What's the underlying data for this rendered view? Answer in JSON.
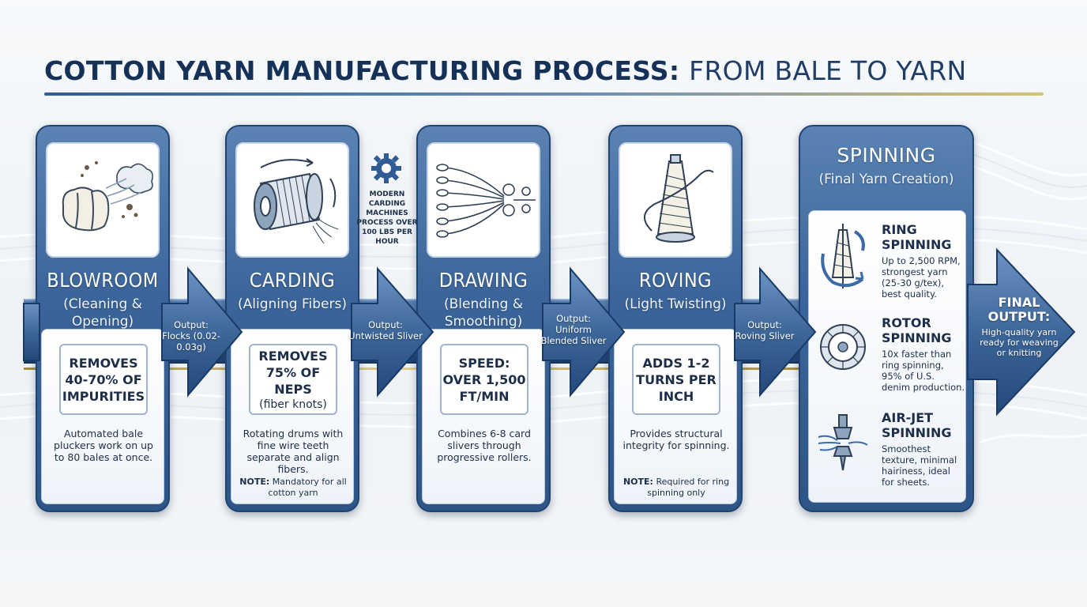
{
  "title": {
    "main": "COTTON YARN MANUFACTURING PROCESS:",
    "rest": "FROM BALE TO YARN"
  },
  "stages": [
    {
      "name": "BLOWROOM",
      "sub": "(Cleaning & Opening)",
      "stat_big": "REMOVES 40-70% OF IMPURITIES",
      "stat_small": "",
      "desc": "Automated bale pluckers work on up to 80 bales at once.",
      "note_label": "",
      "note": "",
      "icon": "cotton-bale-icon"
    },
    {
      "name": "CARDING",
      "sub": "(Aligning Fibers)",
      "stat_big": "REMOVES 75% OF NEPS",
      "stat_small": "(fiber knots)",
      "desc": "Rotating drums with fine wire teeth separate and align fibers.",
      "note_label": "NOTE:",
      "note": "Mandatory for all cotton yarn",
      "icon": "carding-drum-icon"
    },
    {
      "name": "DRAWING",
      "sub": "(Blending & Smoothing)",
      "stat_big": "SPEED: OVER 1,500 FT/MIN",
      "stat_small": "",
      "desc": "Combines 6-8 card slivers through progressive rollers.",
      "note_label": "",
      "note": "",
      "icon": "drawing-rollers-icon"
    },
    {
      "name": "ROVING",
      "sub": "(Light Twisting)",
      "stat_big": "ADDS 1-2 TURNS PER INCH",
      "stat_small": "",
      "desc": "Provides structural integrity for spinning.",
      "note_label": "NOTE:",
      "note": "Required for ring spinning only",
      "icon": "roving-bobbin-icon"
    }
  ],
  "connectors": [
    {
      "label": "Output:",
      "value": "Flocks (0.02-0.03g)"
    },
    {
      "label": "Output:",
      "value": "Untwisted Sliver"
    },
    {
      "label": "Output:",
      "value": "Uniform Blended Sliver"
    },
    {
      "label": "Output:",
      "value": "Roving Sliver"
    }
  ],
  "machine_note": "MODERN CARDING MACHINES PROCESS OVER 100 LBS PER HOUR",
  "spinning": {
    "name": "SPINNING",
    "sub": "(Final Yarn Creation)",
    "methods": [
      {
        "name": "RING SPINNING",
        "desc": "Up to 2,500 RPM, strongest yarn (25-30 g/tex), best quality.",
        "icon": "ring-spindle-icon"
      },
      {
        "name": "ROTOR SPINNING",
        "desc": "10x faster than ring spinning, 95% of U.S. denim production.",
        "icon": "rotor-icon"
      },
      {
        "name": "AIR-JET SPINNING",
        "desc": "Smoothest texture, minimal hairiness, ideal for sheets.",
        "icon": "air-jet-nozzle-icon"
      }
    ]
  },
  "final_output": {
    "title": "FINAL OUTPUT:",
    "desc": "High-quality yarn ready for weaving or knitting"
  },
  "colors": {
    "navy": "#163158",
    "stage_blue": "#3b659a",
    "accent_gold": "#d8c26e"
  }
}
